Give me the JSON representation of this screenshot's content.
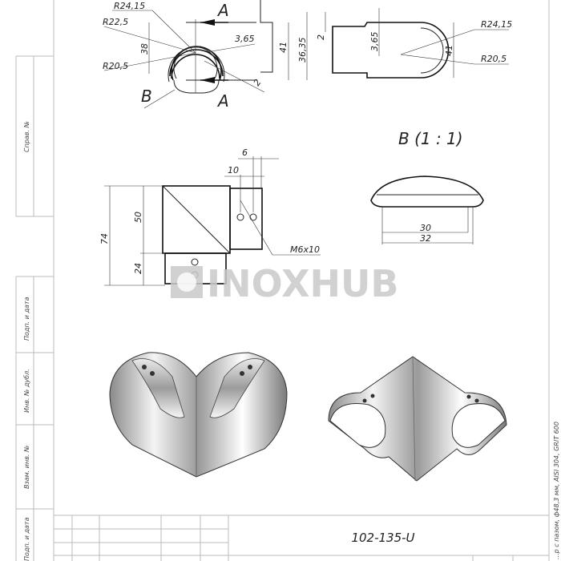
{
  "drawing": {
    "part_number": "102-135-U",
    "description_vertical": "...р с пазом, ф48,3 мм, AISI 304, GRIT 600",
    "watermark": "INOXHUB",
    "section_labels": {
      "a_top": "A",
      "a_bottom": "A",
      "b": "B",
      "detail_title": "B (1 : 1)"
    },
    "front_view_dims": {
      "r_outer": "R24,15",
      "r_mid": "R22,5",
      "r_inner": "R20,5",
      "height": "38",
      "total": "41",
      "wall": "3,65",
      "slot": "2"
    },
    "side_view_dims": {
      "height": "36,35",
      "slot": "2",
      "wall": "3,65",
      "total": "41",
      "r_outer": "R24,15",
      "r_inner": "R20,5"
    },
    "elevation_dims": {
      "d6": "6",
      "d10": "10",
      "h50": "50",
      "h24": "24",
      "h74": "74",
      "thread": "M6x10"
    },
    "detail_dims": {
      "inner": "30",
      "outer": "32"
    },
    "side_stamps": [
      "Справ. №",
      "Подп. и дата",
      "Инв. № дубл.",
      "Взам. инв. №",
      "Подп. и дата"
    ]
  }
}
